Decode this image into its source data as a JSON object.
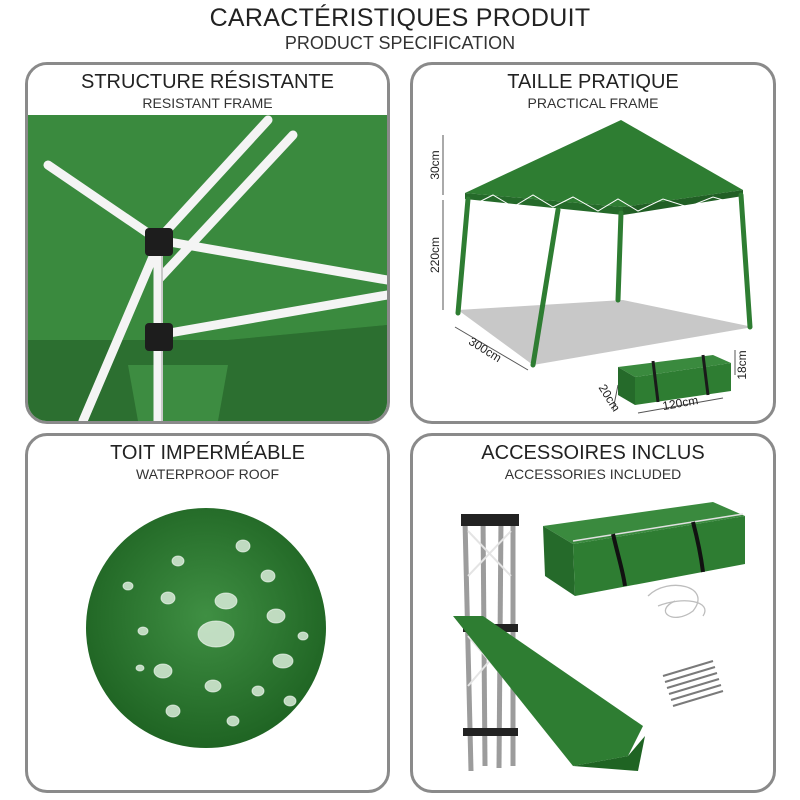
{
  "header": {
    "title": "CARACTÉRISTIQUES PRODUIT",
    "subtitle": "PRODUCT SPECIFICATION"
  },
  "panels": {
    "frame": {
      "title": "STRUCTURE RÉSISTANTE",
      "subtitle": "RESISTANT FRAME"
    },
    "size": {
      "title": "TAILLE PRATIQUE",
      "subtitle": "PRACTICAL FRAME",
      "dim_roof": "30cm",
      "dim_height": "220cm",
      "dim_base": "300cm",
      "dim_bag_height": "18cm",
      "dim_bag_width": "20cm",
      "dim_bag_length": "120cm"
    },
    "roof": {
      "title": "TOIT IMPERMÉABLE",
      "subtitle": "WATERPROOF ROOF"
    },
    "accessories": {
      "title": "ACCESSOIRES INCLUS",
      "subtitle": "ACCESSORIES INCLUDED"
    }
  },
  "colors": {
    "canopy_green": "#2e7d32",
    "dark_green": "#1b5e20",
    "border_gray": "#8a8a8a"
  }
}
